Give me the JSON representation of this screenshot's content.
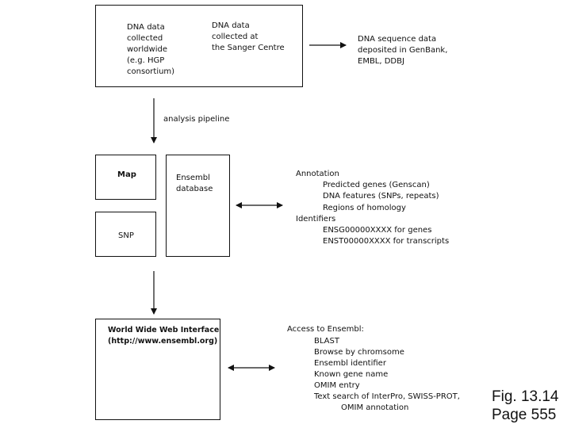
{
  "top_box": {
    "dna_worldwide": "DNA data\ncollected\nworldwide\n(e.g. HGP\nconsortium)",
    "dna_sanger": "DNA data\ncollected at\nthe Sanger Centre"
  },
  "deposit_label": "DNA sequence data\ndeposited in GenBank,\nEMBL, DDBJ",
  "pipeline_label": "analysis pipeline",
  "middle": {
    "map_label": "Map",
    "snp_label": "SNP",
    "ensembl_db_label": "Ensembl\ndatabase"
  },
  "annotation": {
    "title": "Annotation",
    "items": [
      "Predicted genes (Genscan)",
      "DNA features (SNPs, repeats)",
      "Regions of homology"
    ],
    "identifiers_title": "Identifiers",
    "identifiers": [
      "ENSG00000XXXX for genes",
      "ENST00000XXXX for transcripts"
    ]
  },
  "web_box": {
    "title": "World Wide Web Interface\n(http://www.ensembl.org)"
  },
  "access": {
    "title": "Access to Ensembl:",
    "items": [
      "BLAST",
      "Browse by chromsome",
      "Ensembl identifier",
      "Known gene name",
      "OMIM entry",
      "Text search of InterPro, SWISS-PROT,"
    ],
    "continuation": "OMIM annotation"
  },
  "caption": "Fig. 13.14\nPage 555"
}
